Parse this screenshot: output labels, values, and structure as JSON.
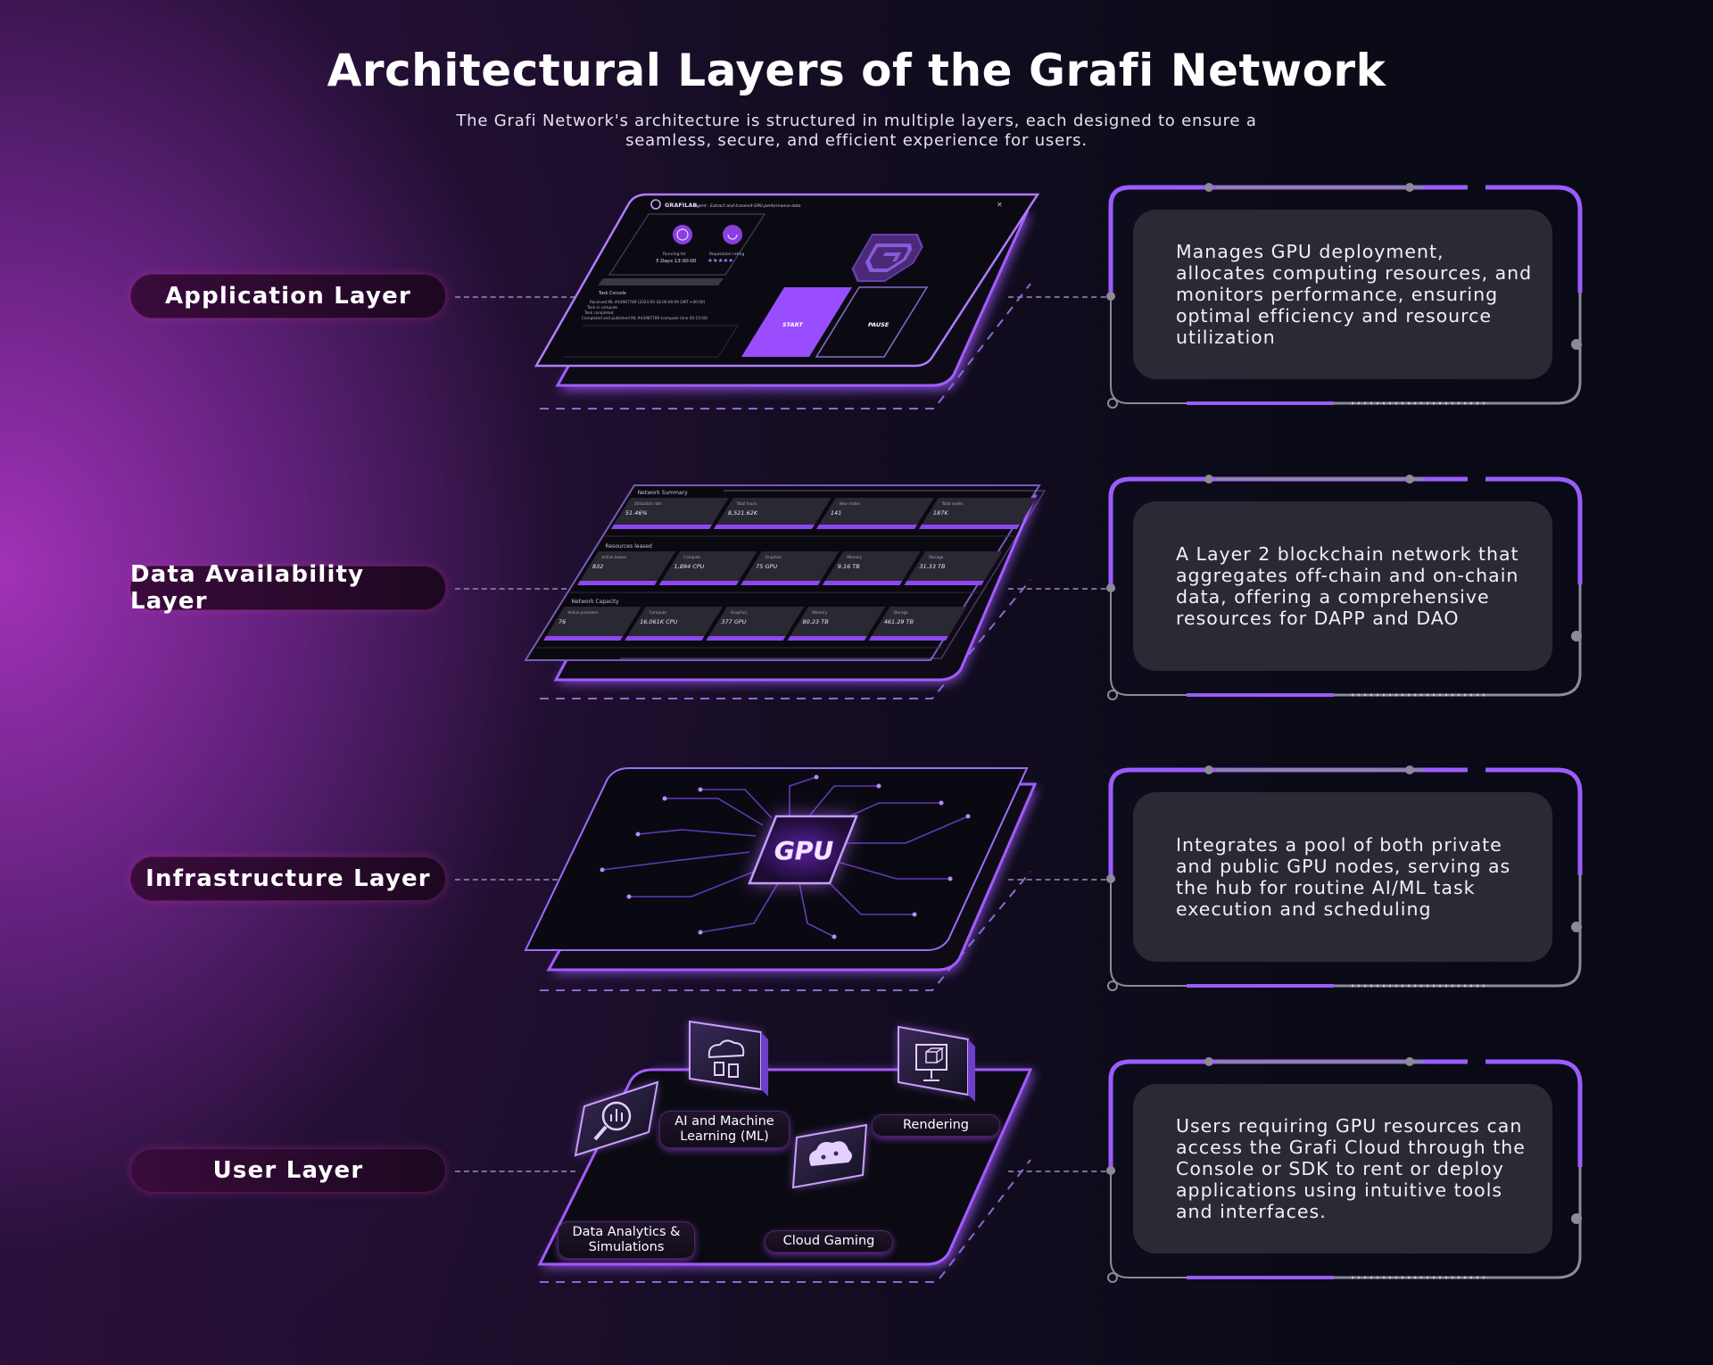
{
  "header": {
    "title": "Architectural Layers of the Grafi Network",
    "subtitle": "The Grafi Network's architecture is structured in multiple layers, each designed to ensure a seamless, secure, and efficient experience for users."
  },
  "layers": [
    {
      "label": "Application Layer",
      "description": "Manages GPU deployment, allocates computing resources, and monitors performance, ensuring optimal efficiency and resource utilization"
    },
    {
      "label": "Data Availability Layer",
      "description": "A Layer 2 blockchain network that aggregates off-chain and on-chain data, offering a comprehensive resources for DAPP and DAO"
    },
    {
      "label": "Infrastructure Layer",
      "description": "Integrates a pool of both private and public GPU nodes, serving as the hub for routine AI/ML task execution and scheduling"
    },
    {
      "label": "User Layer",
      "description": "Users requiring GPU resources can access the Grafi Cloud through the Console or SDK to rent or deploy applications using intuitive tools and interfaces."
    }
  ],
  "app_panel": {
    "brand": "GRAFILAB",
    "window_title": "Agent - Extract and transmit GPU performance data",
    "running_for_label": "Running for",
    "running_for_value": "5 Days 13:00:00",
    "reputation_label": "Reputation rating",
    "reputation_stars": "★★★★★",
    "task_console_label": "Task Console",
    "console_lines": [
      "Received ML #43987789 (2024-05-18 06:00:09 GMT +00:00)",
      "Task in compute",
      "Task completed",
      "Completed and published ML #43987789 (compute time 00:15:00)"
    ],
    "start_label": "START",
    "pause_label": "PAUSE",
    "close_glyph": "✕"
  },
  "data_panel": {
    "sections": [
      {
        "title": "Network Summary",
        "stats": [
          {
            "name": "Utilization rate",
            "value": "51.46%"
          },
          {
            "name": "Total hours",
            "value": "8,521.62K"
          },
          {
            "name": "New nodes",
            "value": "141"
          },
          {
            "name": "Total nodes",
            "value": "187K"
          }
        ]
      },
      {
        "title": "Resources leased",
        "stats": [
          {
            "name": "Active leases",
            "value": "832"
          },
          {
            "name": "Compute",
            "value": "1,894 CPU"
          },
          {
            "name": "Graphics",
            "value": "75 GPU"
          },
          {
            "name": "Memory",
            "value": "9.16 TB"
          },
          {
            "name": "Storage",
            "value": "31.33 TB"
          }
        ]
      },
      {
        "title": "Network Capacity",
        "stats": [
          {
            "name": "Active providers",
            "value": "76"
          },
          {
            "name": "Compute",
            "value": "16,061K CPU"
          },
          {
            "name": "Graphics",
            "value": "377 GPU"
          },
          {
            "name": "Memory",
            "value": "80.23 TB"
          },
          {
            "name": "Storage",
            "value": "461.29 TB"
          }
        ]
      }
    ]
  },
  "infra_panel": {
    "chip_label": "GPU"
  },
  "user_panel": {
    "use_cases": [
      {
        "label": "AI and Machine Learning (ML)",
        "icon": "brain-cloud-icon"
      },
      {
        "label": "Rendering",
        "icon": "monitor-cube-icon"
      },
      {
        "label": "Data Analytics & Simulations",
        "icon": "magnifier-chart-icon"
      },
      {
        "label": "Cloud Gaming",
        "icon": "cloud-gamepad-icon"
      }
    ]
  },
  "colors": {
    "accent": "#a25cff",
    "accent_light": "#c593ff",
    "panel": "#0d0b14",
    "card": "#2b2a34",
    "connector": "#8c8a96"
  }
}
